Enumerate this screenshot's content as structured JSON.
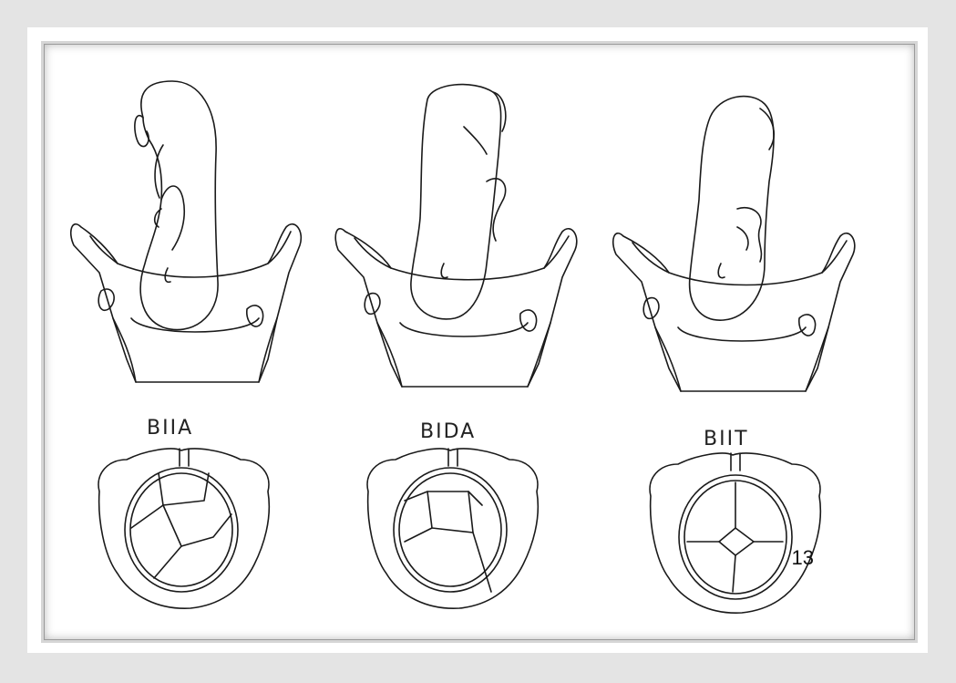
{
  "figures": [
    {
      "label": "BIIA"
    },
    {
      "label": "BIDA"
    },
    {
      "label": "BIIT"
    }
  ],
  "page_number": "13"
}
